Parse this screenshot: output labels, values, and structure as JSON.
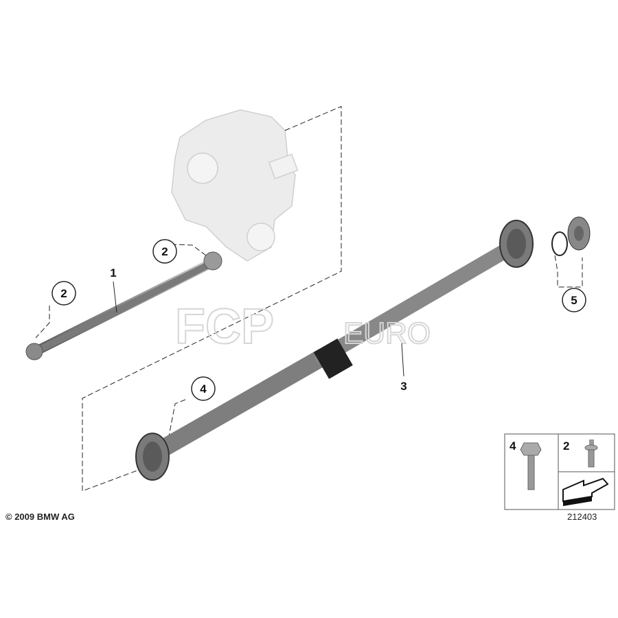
{
  "diagram": {
    "callouts": [
      {
        "id": "callout-2-upper",
        "label": "2"
      },
      {
        "id": "callout-2-left",
        "label": "2"
      },
      {
        "id": "callout-1",
        "label": "1"
      },
      {
        "id": "callout-4",
        "label": "4"
      },
      {
        "id": "callout-3",
        "label": "3"
      },
      {
        "id": "callout-5",
        "label": "5"
      }
    ],
    "legend_box": {
      "left_label": "4",
      "right_label": "2"
    },
    "watermark": "FCP EURO",
    "copyright": "© 2009 BMW AG",
    "diagram_number": "212403"
  },
  "colors": {
    "shaft": "#8a8a8a",
    "housing": "#e6e6e6",
    "line": "#222222"
  }
}
